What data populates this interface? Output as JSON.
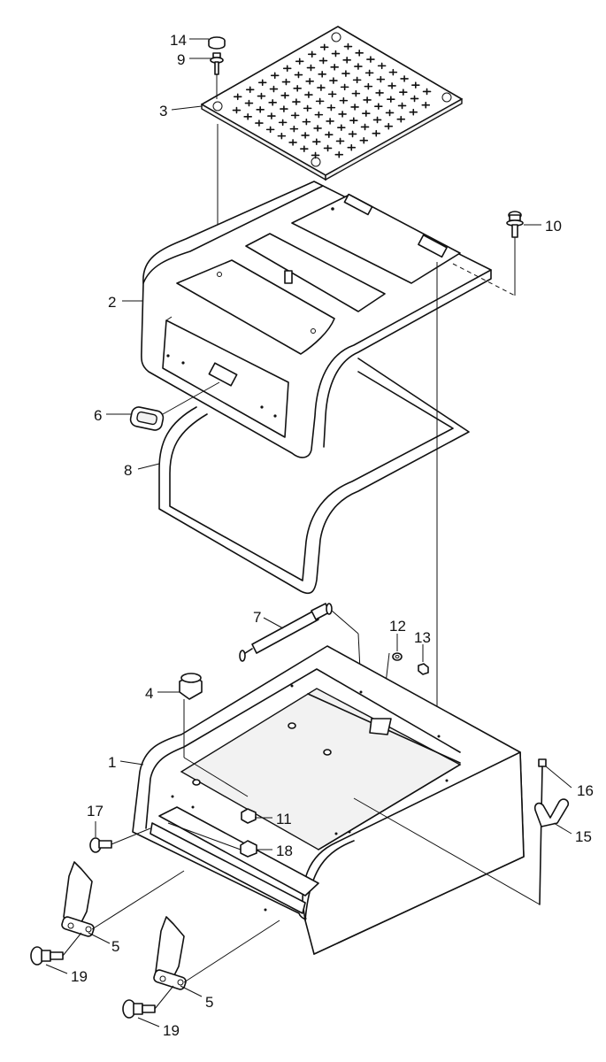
{
  "callouts": [
    {
      "id": "c14",
      "text": "14"
    },
    {
      "id": "c9",
      "text": "9"
    },
    {
      "id": "c3",
      "text": "3"
    },
    {
      "id": "c10",
      "text": "10"
    },
    {
      "id": "c2",
      "text": "2"
    },
    {
      "id": "c6",
      "text": "6"
    },
    {
      "id": "c8",
      "text": "8"
    },
    {
      "id": "c7",
      "text": "7"
    },
    {
      "id": "c12",
      "text": "12"
    },
    {
      "id": "c13",
      "text": "13"
    },
    {
      "id": "c4",
      "text": "4"
    },
    {
      "id": "c1",
      "text": "1"
    },
    {
      "id": "c16",
      "text": "16"
    },
    {
      "id": "c17",
      "text": "17"
    },
    {
      "id": "c11",
      "text": "11"
    },
    {
      "id": "c15",
      "text": "15"
    },
    {
      "id": "c18",
      "text": "18"
    },
    {
      "id": "c5a",
      "text": "5"
    },
    {
      "id": "c19a",
      "text": "19"
    },
    {
      "id": "c5b",
      "text": "5"
    },
    {
      "id": "c19b",
      "text": "19"
    }
  ]
}
